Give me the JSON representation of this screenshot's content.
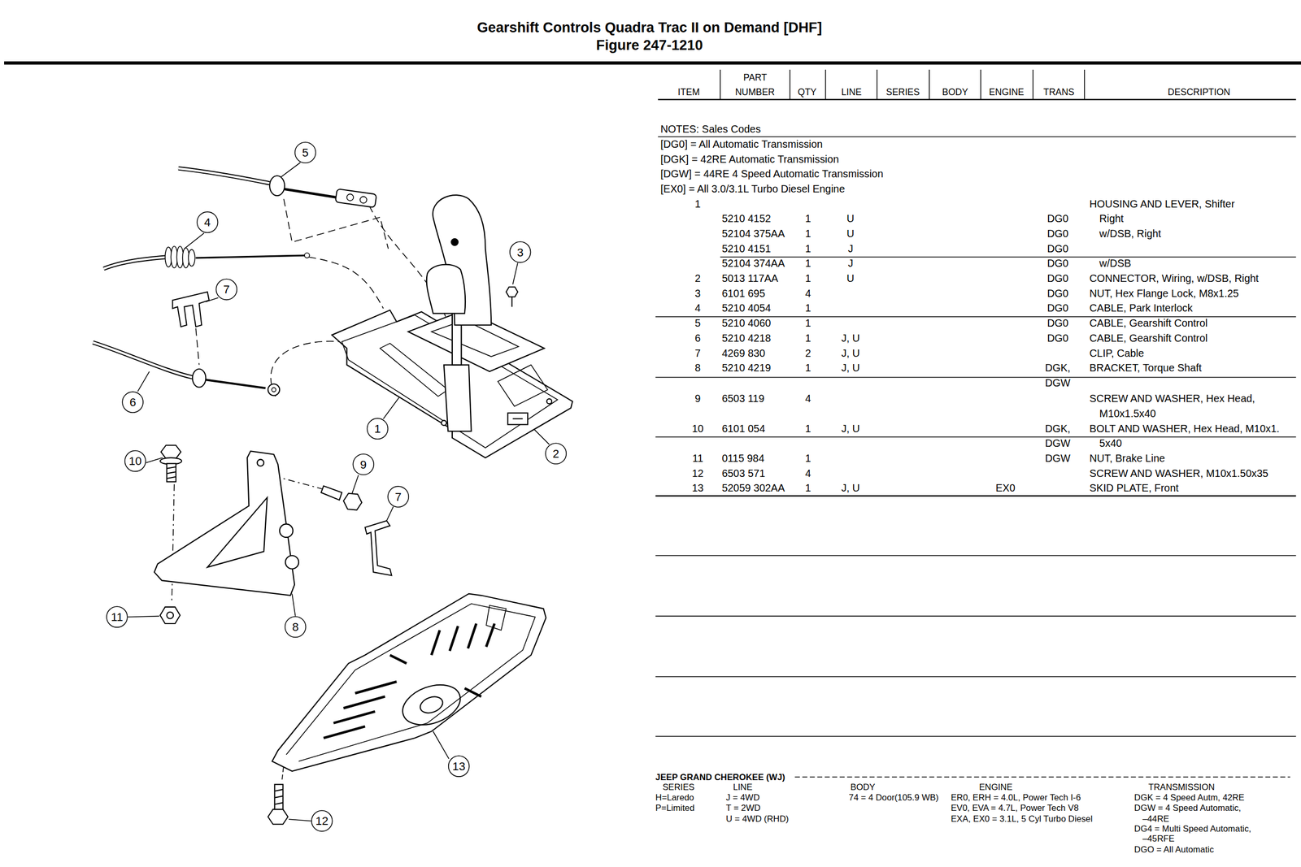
{
  "diagram": {
    "title": "Gearshift Controls Quadra Trac II on Demand [DHF]",
    "nodes": [
      {
        "text": [
          "5"
        ]
      },
      {
        "text": [
          "4"
        ]
      },
      {
        "text": [
          "3"
        ]
      },
      {
        "text": [
          "7"
        ]
      },
      {
        "text": [
          "6"
        ]
      },
      {
        "text": [
          "1"
        ]
      },
      {
        "text": [
          "2"
        ]
      },
      {
        "text": [
          "10"
        ]
      },
      {
        "text": [
          "9"
        ]
      },
      {
        "text": [
          "7"
        ]
      },
      {
        "text": [
          "11"
        ]
      },
      {
        "text": [
          "8"
        ]
      },
      {
        "text": [
          "13"
        ]
      },
      {
        "text": [
          "12"
        ]
      }
    ],
    "labels": [
      "Figure 247-1210",
      "PART",
      "ITEM",
      "NUMBER",
      "QTY",
      "LINE",
      "SERIES",
      "BODY",
      "ENGINE",
      "TRANS",
      "DESCRIPTION",
      "NOTES: Sales Codes",
      "[DG0] = All Automatic Transmission",
      "[DGK] = 42RE Automatic Transmission",
      "[DGW] = 44RE 4 Speed Automatic Transmission",
      "[EX0] = All 3.0/3.1L Turbo Diesel Engine",
      "1",
      "HOUSING AND LEVER, Shifter",
      "5210 4152",
      "1",
      "U",
      "DG0",
      "Right",
      "52104 375AA",
      "1",
      "U",
      "DG0",
      "w/DSB, Right",
      "5210 4151",
      "1",
      "J",
      "DG0",
      "52104 374AA",
      "1",
      "J",
      "DG0",
      "w/DSB",
      "2",
      "5013 117AA",
      "1",
      "U",
      "DG0",
      "CONNECTOR, Wiring, w/DSB, Right",
      "3",
      "6101 695",
      "4",
      "DG0",
      "NUT, Hex Flange Lock, M8x1.25",
      "4",
      "5210 4054",
      "1",
      "DG0",
      "CABLE, Park Interlock",
      "5",
      "5210 4060",
      "1",
      "DG0",
      "CABLE, Gearshift Control",
      "6",
      "5210 4218",
      "1",
      "J, U",
      "DG0",
      "CABLE, Gearshift Control",
      "7",
      "4269 830",
      "2",
      "J, U",
      "CLIP, Cable",
      "8",
      "5210 4219",
      "1",
      "J, U",
      "DGK,",
      "BRACKET, Torque Shaft",
      "DGW",
      "9",
      "6503 119",
      "4",
      "SCREW AND WASHER, Hex Head,",
      "M10x1.5x40",
      "10",
      "6101 054",
      "1",
      "J, U",
      "DGK,",
      "BOLT AND WASHER, Hex Head, M10x1.",
      "DGW",
      "5x40",
      "11",
      "0115 984",
      "1",
      "DGW",
      "NUT, Brake Line",
      "12",
      "6503 571",
      "4",
      "SCREW AND WASHER, M10x1.50x35",
      "13",
      "52059 302AA",
      "1",
      "J, U",
      "EX0",
      "SKID PLATE, Front",
      "JEEP GRAND CHEROKEE (WJ)",
      "SERIES",
      "LINE",
      "BODY",
      "ENGINE",
      "TRANSMISSION",
      "H=Laredo",
      "P=Limited",
      "J = 4WD",
      "T = 2WD",
      "U = 4WD (RHD)",
      "74 = 4 Door(105.9 WB)",
      "ER0, ERH = 4.0L, Power Tech I-6",
      "EV0, EVA = 4.7L, Power Tech V8",
      "EXA, EX0 = 3.1L, 5 Cyl Turbo Diesel",
      "DGK = 4 Speed Autm, 42RE",
      "DGW = 4 Speed Automatic,",
      "–44RE",
      "DG4 = Multi Speed Automatic,",
      "–45RFE",
      "DGO = All Automatic"
    ]
  }
}
